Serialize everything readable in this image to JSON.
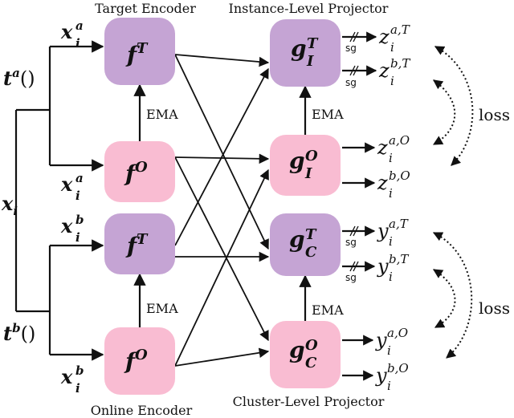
{
  "captions": {
    "target_encoder": "Target Encoder",
    "online_encoder": "Online Encoder",
    "instance_projector": "Instance-Level Projector",
    "cluster_projector": "Cluster-Level Projector",
    "ema": "EMA",
    "sg": "sg",
    "loss": "loss"
  },
  "math": {
    "x": "x",
    "t": "t",
    "f": "f",
    "g": "g",
    "z": "z",
    "y": "y",
    "i": "i",
    "a": "a",
    "b": "b",
    "T": "T",
    "O": "O",
    "I": "I",
    "C": "C",
    "paren": "()",
    "comma": ","
  },
  "colors": {
    "target_box": "#c5a4d4",
    "online_box": "#f9bcd2",
    "line": "#111111"
  }
}
